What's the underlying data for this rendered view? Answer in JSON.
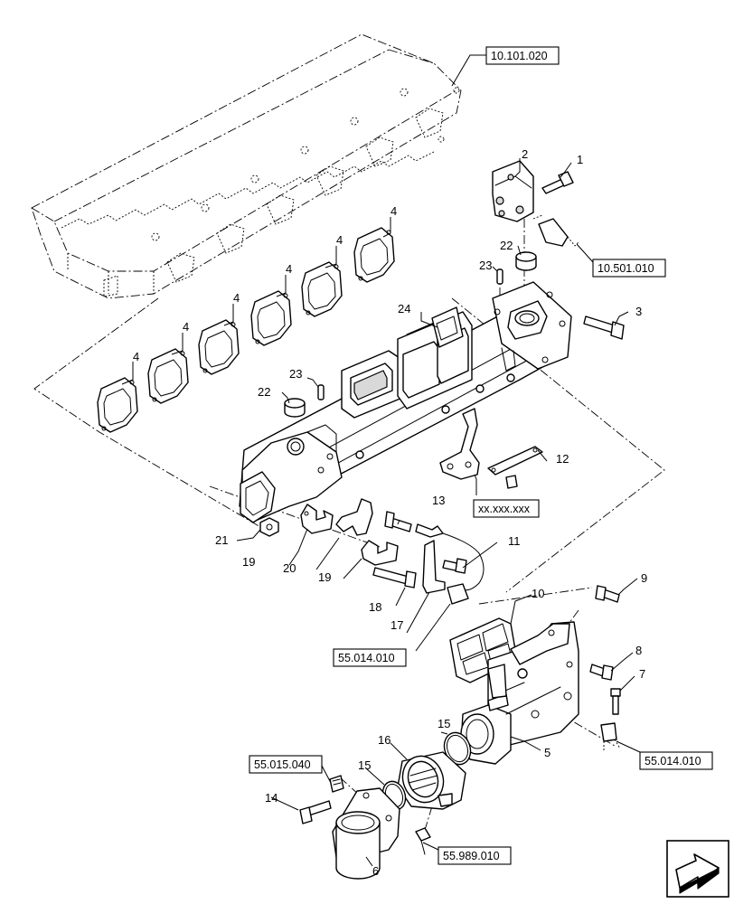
{
  "callouts": {
    "c1": "1",
    "c2": "2",
    "c3": "3",
    "c4a": "4",
    "c4b": "4",
    "c4c": "4",
    "c4d": "4",
    "c4e": "4",
    "c4f": "4",
    "c5": "5",
    "c6": "6",
    "c7": "7",
    "c8": "8",
    "c9": "9",
    "c10": "10",
    "c11": "11",
    "c12": "12",
    "c13": "13",
    "c14": "14",
    "c15a": "15",
    "c15b": "15",
    "c16": "16",
    "c17": "17",
    "c18": "18",
    "c19a": "19",
    "c19b": "19",
    "c20": "20",
    "c21": "21",
    "c22a": "22",
    "c22b": "22",
    "c23a": "23",
    "c23b": "23",
    "c24": "24"
  },
  "references": {
    "cylinder_head": "10.101.020",
    "sensor_top": "10.501.010",
    "bracket": "xx.xxx.xxx",
    "harness_left": "55.014.010",
    "harness_right": "55.014.010",
    "sensor_left": "55.015.040",
    "sensor_bottom": "55.989.010"
  },
  "icons": {
    "nav": "next-page-arrow-icon"
  }
}
